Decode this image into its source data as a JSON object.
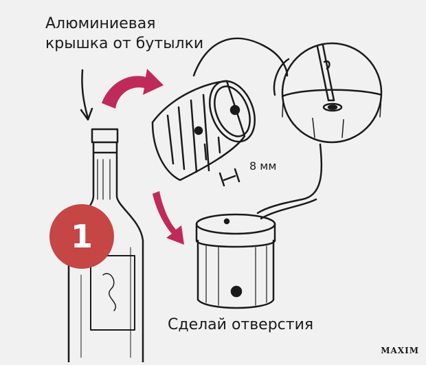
{
  "labels": {
    "cap_line1": "Алюминиевая",
    "cap_line2": "крышка от бутылки",
    "dimension": "8 мм",
    "instruction": "Сделай отверстия"
  },
  "step_number": "1",
  "brand": "MAXIM",
  "colors": {
    "arrow": "#c02a5a",
    "badge": "#c64545",
    "ink": "#1a1a1a",
    "background": "#f1f1f1"
  }
}
